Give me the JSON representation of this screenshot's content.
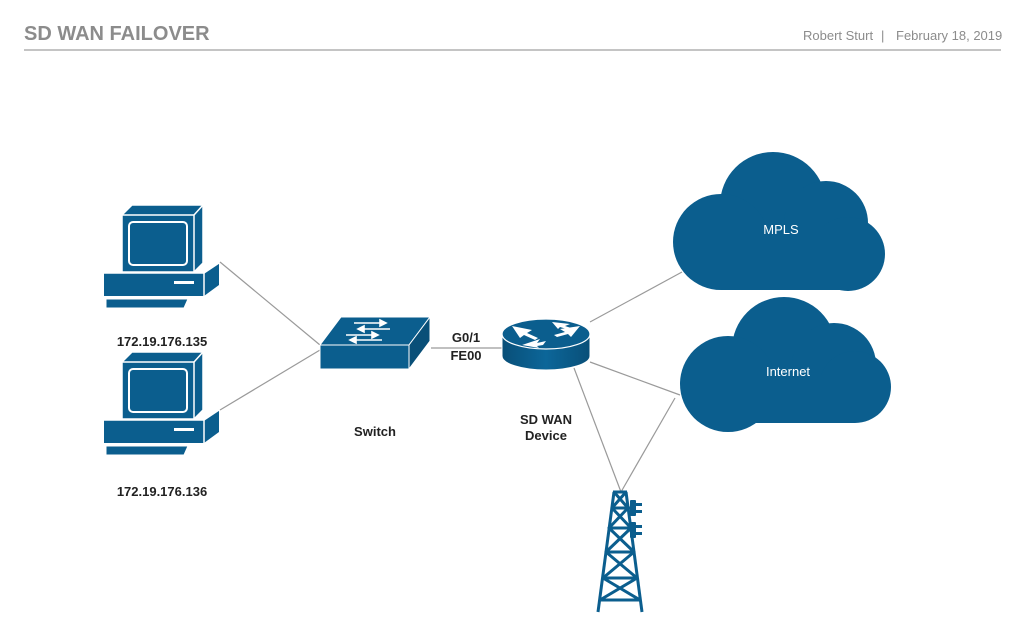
{
  "header": {
    "title": "SD WAN FAILOVER",
    "author": "Robert Sturt",
    "separator": "|",
    "date": "February 18, 2019"
  },
  "nodes": {
    "pc1": {
      "label": "172.19.176.135",
      "icon": "desktop-computer-icon"
    },
    "pc2": {
      "label": "172.19.176.136",
      "icon": "desktop-computer-icon"
    },
    "switch": {
      "label": "Switch",
      "icon": "network-switch-icon"
    },
    "sdwan": {
      "label_line1": "SD WAN",
      "label_line2": "Device",
      "icon": "router-icon"
    },
    "mpls": {
      "label": "MPLS",
      "icon": "cloud-icon"
    },
    "internet": {
      "label": "Internet",
      "icon": "cloud-icon"
    },
    "tower": {
      "icon": "cell-tower-icon"
    }
  },
  "links": {
    "switch_sdwan": {
      "port_a": "G0/1",
      "port_b": "FE00"
    }
  },
  "colors": {
    "device_blue": "#0b5e8e",
    "line_gray": "#9a9a9a",
    "header_gray": "#8c8c8c"
  }
}
